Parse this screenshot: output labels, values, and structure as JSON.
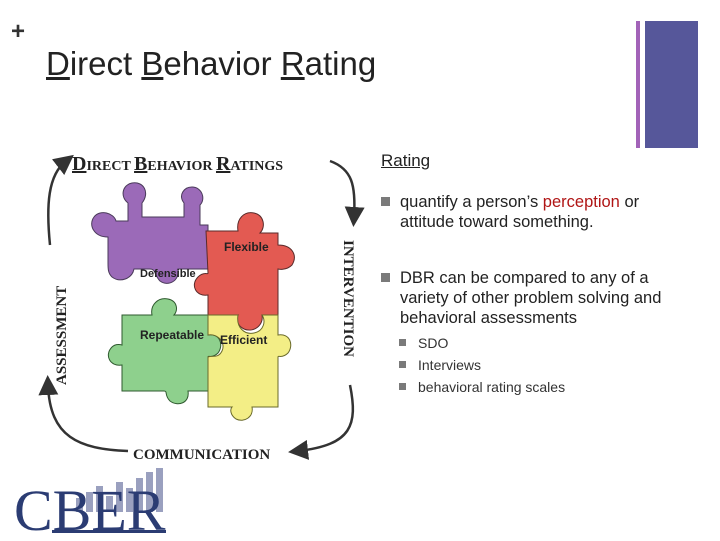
{
  "slide": {
    "plus": "+",
    "title_parts": {
      "d": "D",
      "irect": "irect ",
      "b": "B",
      "ehavior": "ehavior ",
      "r": "R",
      "ating": "ating"
    },
    "accent_colors": {
      "thin_bar": "#a263b8",
      "thick_bar": "#56579a",
      "bullet": "#7a7a7a",
      "highlight": "#b01515"
    }
  },
  "diagram": {
    "header": {
      "d": "D",
      "irect": "IRECT ",
      "b": "B",
      "ehavior": "EHAVIOR ",
      "r": "R",
      "atings": "ATINGS"
    },
    "left_label": "ASSESSMENT",
    "right_label": "INTERVENTION",
    "bottom_label": "COMMUNICATION",
    "pieces": {
      "flexible": "Flexible",
      "defensible": "Defensible",
      "repeatable": "Repeatable",
      "efficient": "Efficient"
    },
    "piece_colors": {
      "purple": "#9b6ab8",
      "red": "#e35a52",
      "green": "#8ed08d",
      "yellow": "#f3ee86"
    }
  },
  "logo": {
    "text": "CBER",
    "colors": {
      "text": "#2b3c73",
      "bars": "#9aa0bf"
    }
  },
  "content": {
    "heading": "Rating",
    "bullets": [
      {
        "before": "quantify a person’s ",
        "highlight": "perception",
        "after": " or attitude toward something."
      },
      {
        "text": "DBR can be compared to any of a variety of other problem solving and behavioral assessments"
      }
    ],
    "sub_bullets": [
      "SDO",
      "Interviews",
      "behavioral rating scales"
    ]
  }
}
